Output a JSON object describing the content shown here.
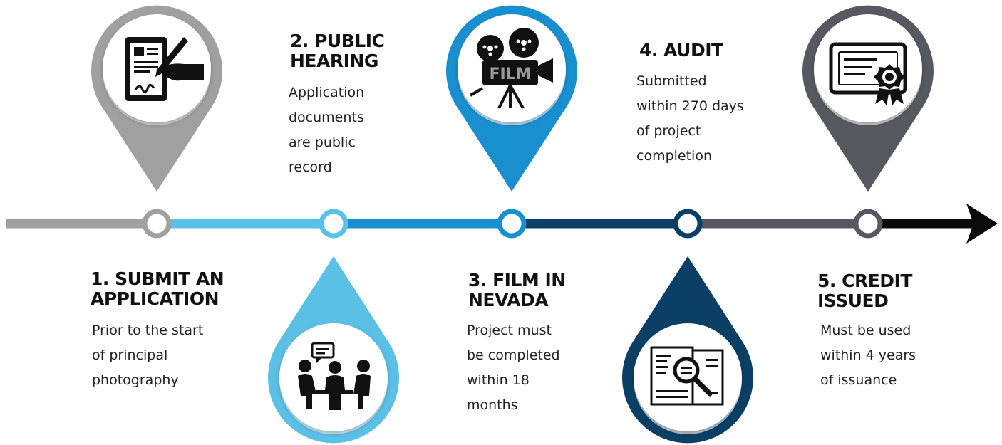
{
  "timeline": {
    "colors": {
      "gray": "#a0a0a0",
      "light_blue": "#5bc0e6",
      "blue": "#1a8fd0",
      "navy": "#0c3f66",
      "dark_gray": "#565a60",
      "black": "#0a0a0a"
    }
  },
  "steps": [
    {
      "title_lines": [
        "1. SUBMIT AN",
        "APPLICATION"
      ],
      "desc_lines": [
        "Prior to the start",
        "of principal",
        "photography"
      ],
      "icon": "signing-document-icon",
      "color": "#a0a0a0"
    },
    {
      "title_lines": [
        "2. PUBLIC",
        "HEARING"
      ],
      "desc_lines": [
        "Application",
        "documents",
        "are  public",
        "record"
      ],
      "icon": "meeting-discussion-icon",
      "color": "#5bc0e6"
    },
    {
      "title_lines": [
        "3. FILM IN",
        "NEVADA"
      ],
      "desc_lines": [
        "Project must",
        "be completed",
        "within 18",
        "months"
      ],
      "icon": "film-camera-icon",
      "icon_text": "FILM",
      "color": "#1a8fd0"
    },
    {
      "title_lines": [
        "4. AUDIT"
      ],
      "desc_lines": [
        "Submitted",
        "within 270 days",
        "of project",
        "completion"
      ],
      "icon": "document-magnifier-icon",
      "color": "#0c3f66"
    },
    {
      "title_lines": [
        "5. CREDIT",
        "ISSUED"
      ],
      "desc_lines": [
        "Must be used",
        "within 4 years",
        "of issuance"
      ],
      "icon": "certificate-icon",
      "color": "#565a60"
    }
  ]
}
